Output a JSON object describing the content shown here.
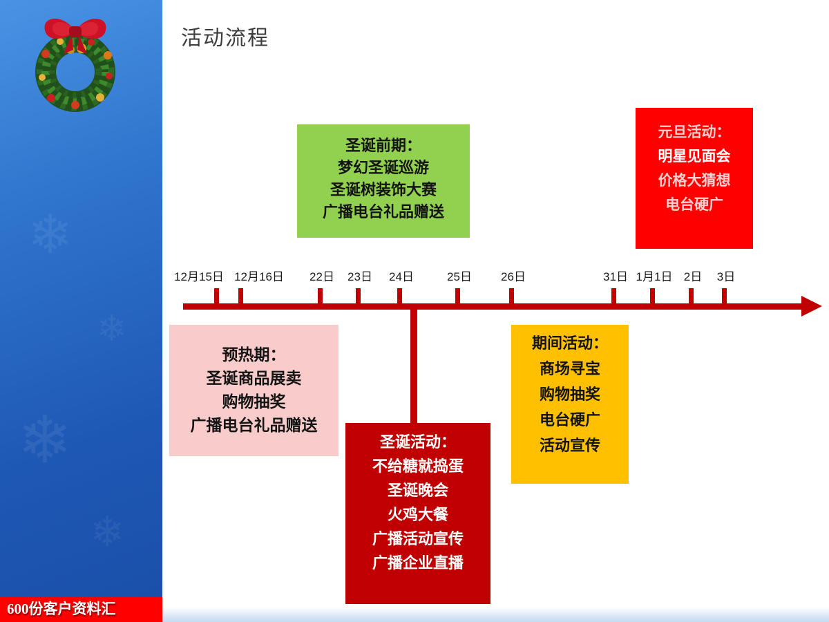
{
  "title": "活动流程",
  "sidebar": {
    "banner_text": "600份客户资料汇",
    "wreath_icon": "christmas-wreath",
    "background_color": "#2f74cd",
    "banner_color": "#fe0000"
  },
  "timeline": {
    "axis_color": "#c00000",
    "dates": [
      "12月15日",
      "12月16日",
      "22日",
      "23日",
      "24日",
      "25日",
      "26日",
      "31日",
      "1月1日",
      "2日",
      "3日"
    ]
  },
  "boxes": {
    "pre_christmas": {
      "bg": "#92d050",
      "lines": [
        "圣诞前期：",
        "梦幻圣诞巡游",
        "圣诞树装饰大赛",
        "广播电台礼品赠送"
      ]
    },
    "new_year": {
      "bg": "#fe0000",
      "lines": [
        "元旦活动：",
        "明星见面会",
        "价格大猜想",
        "电台硬广"
      ]
    },
    "warm_up": {
      "bg": "#f9cccc",
      "lines": [
        "预热期：",
        "圣诞商品展卖",
        "购物抽奖",
        "广播电台礼品赠送"
      ]
    },
    "christmas": {
      "bg": "#c00000",
      "lines": [
        "圣诞活动：",
        "不给糖就捣蛋",
        "圣诞晚会",
        "火鸡大餐",
        "广播活动宣传",
        "广播企业直播"
      ]
    },
    "interim": {
      "bg": "#ffc000",
      "lines": [
        "期间活动：",
        "商场寻宝",
        "购物抽奖",
        "电台硬广",
        "活动宣传"
      ]
    }
  }
}
